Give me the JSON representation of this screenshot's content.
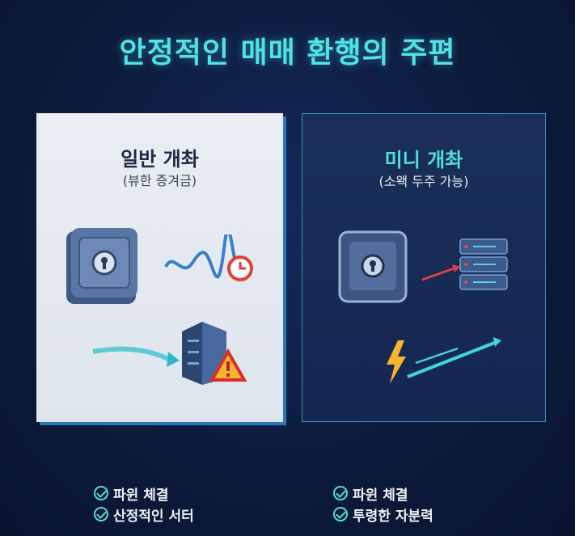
{
  "title": "안정적인 매매 환행의 주편",
  "cards": [
    {
      "title": "일반 개촤",
      "subtitle": "(뷰한 증겨금)"
    },
    {
      "title": "미니 개촤",
      "subtitle": "(소왝 두주 가능)"
    }
  ],
  "checklists": [
    [
      "파윈 체결",
      "산정적인 서터"
    ],
    [
      "파윈 체결",
      "투령한 자분력"
    ]
  ],
  "colors": {
    "accent": "#4fe3e6",
    "background": "#0c1a3a",
    "card_light": "#e4e9f0",
    "card_dark": "#16294d"
  }
}
